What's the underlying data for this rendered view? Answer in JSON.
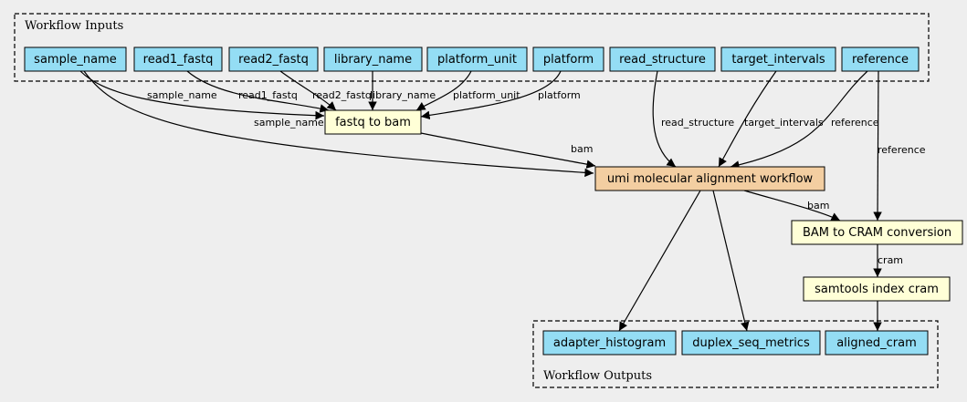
{
  "clusters": {
    "inputs": {
      "label": "Workflow Inputs"
    },
    "outputs": {
      "label": "Workflow Outputs"
    }
  },
  "colors": {
    "background": "#eeeeee",
    "io_node": "#94ddf4",
    "step_node": "#ffffd7",
    "subworkflow_node": "#f3cea1"
  },
  "nodes": {
    "sample_name": "sample_name",
    "read1_fastq": "read1_fastq",
    "read2_fastq": "read2_fastq",
    "library_name": "library_name",
    "platform_unit": "platform_unit",
    "platform": "platform",
    "read_structure": "read_structure",
    "target_intervals": "target_intervals",
    "reference": "reference",
    "fastq_to_bam": "fastq to bam",
    "umi_workflow": "umi molecular alignment workflow",
    "bam_to_cram": "BAM to CRAM conversion",
    "samtools_index": "samtools index cram",
    "adapter_histogram": "adapter_histogram",
    "duplex_seq_metrics": "duplex_seq_metrics",
    "aligned_cram": "aligned_cram"
  },
  "edges": {
    "sample_name_fastq": "sample_name",
    "read1_fastq": "read1_fastq",
    "read2_fastq": "read2_fastq",
    "library_name": "library_name",
    "platform_unit": "platform_unit",
    "platform": "platform",
    "sample_name_umi": "sample_name",
    "bam_umi": "bam",
    "read_structure": "read_structure",
    "target_intervals": "target_intervals",
    "reference_umi": "reference",
    "reference_cram": "reference",
    "bam_cram": "bam",
    "cram_index": "cram"
  }
}
